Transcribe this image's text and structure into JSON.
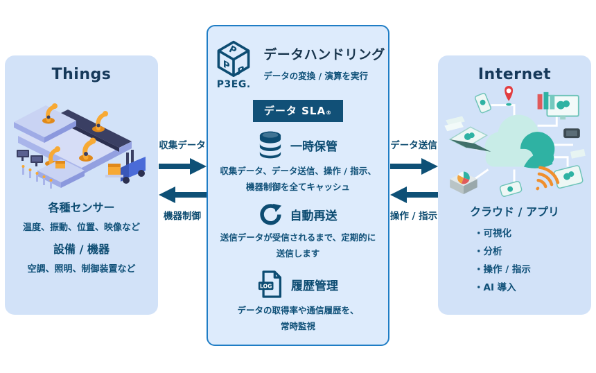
{
  "left_panel": {
    "title": "Things",
    "sections": [
      {
        "heading": "各種センサー",
        "desc": "温度、振動、位置、映像など"
      },
      {
        "heading": "設備 / 機器",
        "desc": "空調、照明、制御装置など"
      }
    ]
  },
  "center_panel": {
    "logo_text": "P3EG.",
    "title": "データハンドリング",
    "subtitle": "データの変換 / 演算を実行",
    "sla_badge": "データ SLA",
    "sla_mark": "®",
    "log_icon_text": "LOG",
    "features": [
      {
        "icon": "database-icon",
        "label": "一時保管",
        "desc_line1": "収集データ、データ送信、操作 / 指示、",
        "desc_line2": "機器制御を全てキャッシュ"
      },
      {
        "icon": "refresh-icon",
        "label": "自動再送",
        "desc_line1": "送信データが受信されるまで、定期的に",
        "desc_line2": "送信します"
      },
      {
        "icon": "log-file-icon",
        "label": "履歴管理",
        "desc_line1": "データの取得率や通信履歴を、",
        "desc_line2": "常時監視"
      }
    ]
  },
  "right_panel": {
    "title": "Internet",
    "heading": "クラウド / アプリ",
    "bullet_char": "・",
    "bullets": [
      "可視化",
      "分析",
      "操作 / 指示",
      "AI 導入"
    ]
  },
  "flows": {
    "collect": "収集データ",
    "control": "機器制御",
    "send": "データ送信",
    "operate": "操作 / 指示"
  },
  "icons": {
    "logo": "p3eg-cube-logo",
    "storage": "database-icon",
    "resend": "refresh-icon",
    "history": "log-file-icon",
    "left_illustration": "factory-illustration",
    "right_illustration": "cloud-illustration"
  },
  "colors": {
    "accent_navy": "#0e5076",
    "title_navy": "#17344c",
    "panel_blue": "#d2e2f8",
    "center_panel_blue": "#ddebfc",
    "center_border_blue": "#1f7dc5",
    "sla_badge_bg": "#115077",
    "illustration_orange": "#f7a934",
    "illustration_teal": "#2fb2a3",
    "illustration_lavender": "#aab6ea",
    "pin_red": "#e23c3f"
  }
}
